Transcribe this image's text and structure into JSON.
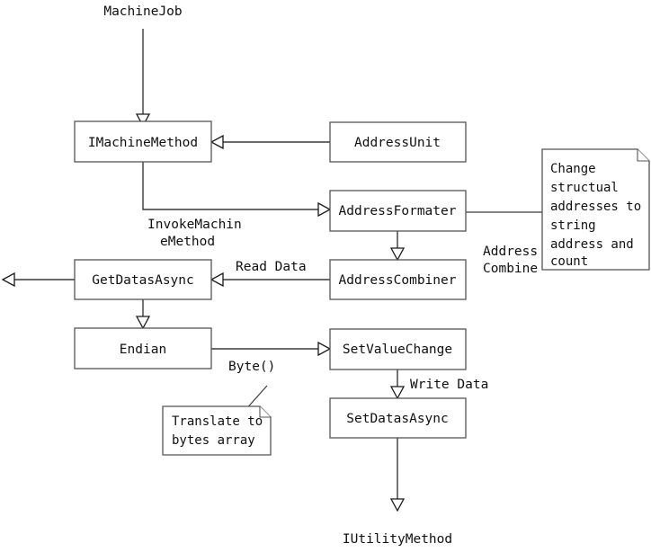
{
  "diagram": {
    "title": "MachineJob flow diagram",
    "colors": {
      "background": "#ffffff",
      "box_stroke": "#555555",
      "edge_stroke": "#3a3a3a",
      "text": "#101010"
    },
    "terminals": [
      {
        "id": "machinejob",
        "label": "MachineJob"
      },
      {
        "id": "iutilitymethod",
        "label": "IUtilityMethod"
      }
    ],
    "boxes": [
      {
        "id": "imachinemethod",
        "label": "IMachineMethod"
      },
      {
        "id": "addressunit",
        "label": "AddressUnit"
      },
      {
        "id": "addressformater",
        "label": "AddressFormater"
      },
      {
        "id": "getdatasasync",
        "label": "GetDatasAsync"
      },
      {
        "id": "addresscombiner",
        "label": "AddressCombiner"
      },
      {
        "id": "endian",
        "label": "Endian"
      },
      {
        "id": "setvaluechange",
        "label": "SetValueChange"
      },
      {
        "id": "setdatasasync",
        "label": "SetDatasAsync"
      }
    ],
    "edge_labels": [
      {
        "id": "invokemachinemethod",
        "lines": [
          "InvokeMachin",
          "eMethod"
        ]
      },
      {
        "id": "read-data",
        "lines": [
          "Read Data"
        ]
      },
      {
        "id": "address-combine",
        "lines": [
          "Address",
          "Combine"
        ]
      },
      {
        "id": "byte",
        "lines": [
          "Byte()"
        ]
      },
      {
        "id": "write-data",
        "lines": [
          "Write Data"
        ]
      }
    ],
    "notes": [
      {
        "id": "note-change-addresses",
        "lines": [
          "Change",
          "structual",
          "addresses to",
          "string",
          "address and",
          "count"
        ]
      },
      {
        "id": "note-translate-bytes",
        "lines": [
          "Translate to",
          "bytes array"
        ]
      }
    ]
  }
}
